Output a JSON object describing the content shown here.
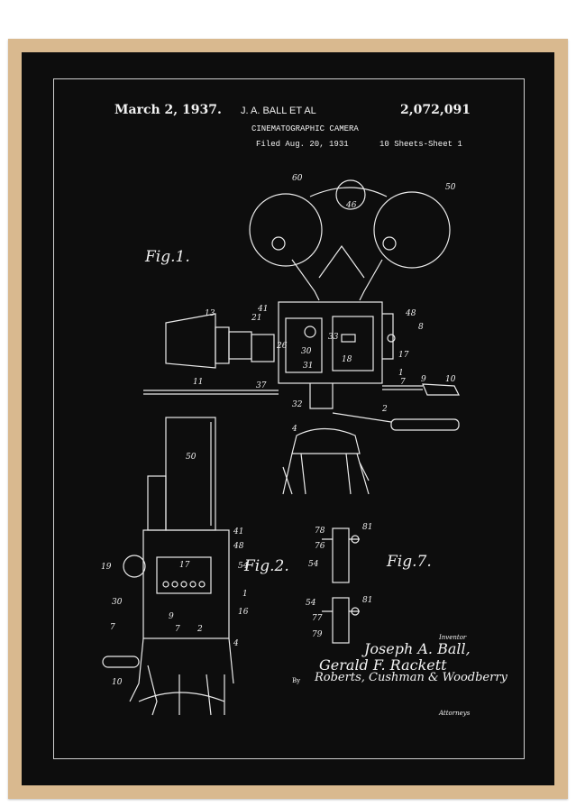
{
  "header": {
    "date": "March 2, 1937.",
    "inventors": "J. A. BALL ET AL",
    "patent_number": "2,072,091",
    "title": "CINEMATOGRAPHIC CAMERA",
    "filed": "Filed Aug. 20, 1931",
    "sheets": "10 Sheets-Sheet 1"
  },
  "figures": {
    "fig1": "Fig.1.",
    "fig2": "Fig.2.",
    "fig7": "Fig.7."
  },
  "reference_numerals": {
    "fig1": [
      "60",
      "46",
      "50",
      "41",
      "48",
      "21",
      "8",
      "13",
      "33",
      "26",
      "30",
      "31",
      "18",
      "17",
      "37",
      "1",
      "7",
      "9",
      "10",
      "11",
      "32",
      "2",
      "4"
    ],
    "fig2": [
      "50",
      "41",
      "48",
      "17",
      "19",
      "54",
      "1",
      "30",
      "16",
      "7",
      "9",
      "7",
      "2",
      "4",
      "10"
    ],
    "fig7": [
      "78",
      "81",
      "76",
      "54",
      "54",
      "81",
      "77",
      "79"
    ]
  },
  "signature": {
    "inventor_label": "Inventor",
    "name1": "Joseph A. Ball,",
    "name2": "Gerald F. Rackett",
    "by": "By",
    "attorney_sig": "Roberts, Cushman & Woodberry",
    "attorneys_label": "Attorneys"
  },
  "colors": {
    "frame": "#d9b98f",
    "background": "#0d0d0d",
    "ink": "#f0f0f0"
  }
}
